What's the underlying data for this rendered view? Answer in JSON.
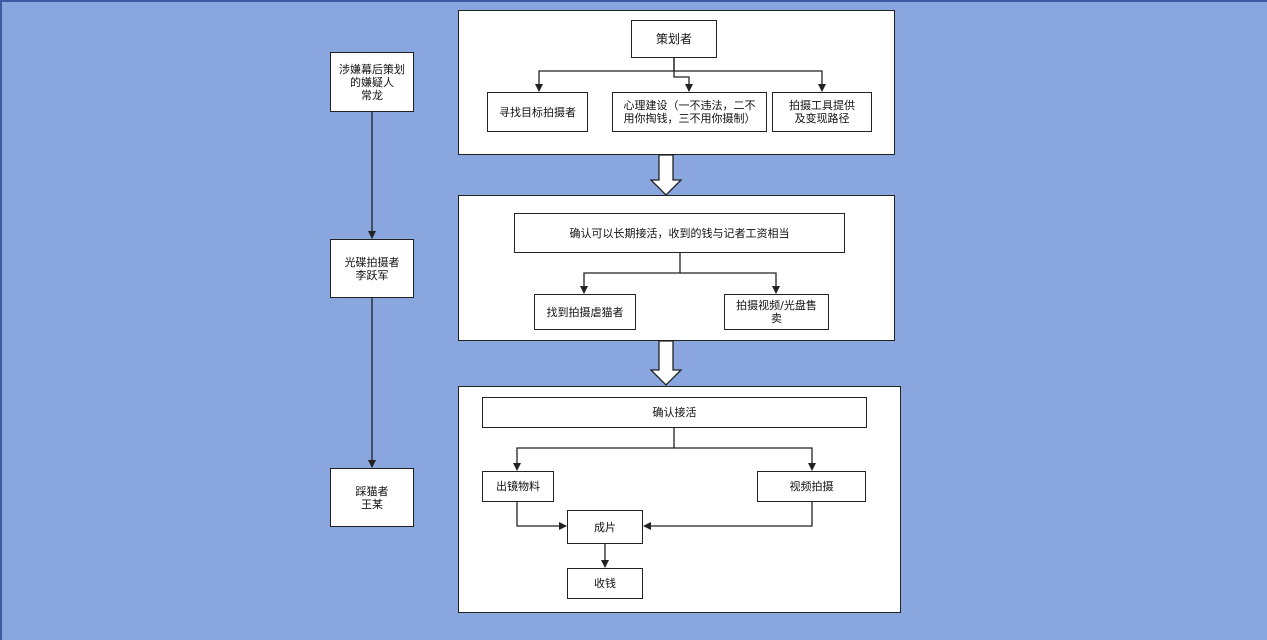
{
  "colors": {
    "background": "#8aa6de",
    "panel": "#ffffff",
    "border": "#222222"
  },
  "people": {
    "p1": "涉嫌幕后策划\n的嫌疑人\n常龙",
    "p2": "光碟拍摄者\n李跃军",
    "p3": "踩猫者\n王某"
  },
  "stage1": {
    "root": "策划者",
    "child1": "寻找目标拍摄者",
    "child2": "心理建设（一不违法，二不\n用你掏钱，三不用你摄制）",
    "child3": "拍摄工具提供\n及变现路径"
  },
  "stage2": {
    "root": "确认可以长期接活，收到的钱与记者工资相当",
    "child1": "找到拍摄虐猫者",
    "child2": "拍摄视频/光盘售\n卖"
  },
  "stage3": {
    "root": "确认接活",
    "left": "出镜物料",
    "right": "视频拍摄",
    "result": "成片",
    "final": "收钱"
  }
}
